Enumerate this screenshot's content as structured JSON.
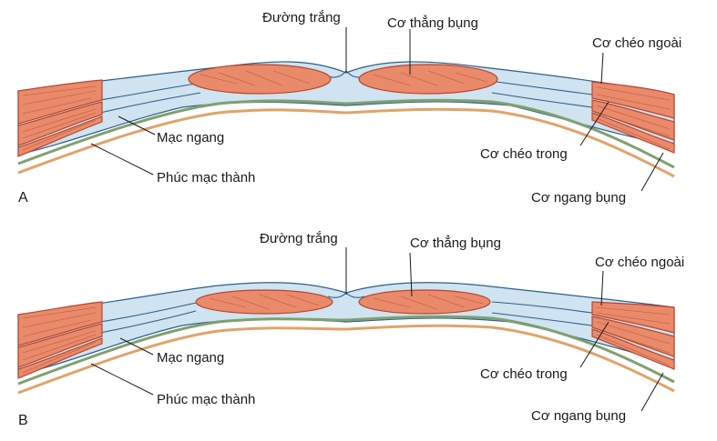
{
  "panels": [
    {
      "letter": "A",
      "labels": {
        "linea_alba": "Đường trắng",
        "rectus": "Cơ thẳng bụng",
        "external_oblique": "Cơ chéo ngoài",
        "transversalis_fascia": "Mạc ngang",
        "internal_oblique": "Cơ chéo trong",
        "parietal_peritoneum": "Phúc mạc thành",
        "transversus": "Cơ ngang bụng"
      }
    },
    {
      "letter": "B",
      "labels": {
        "linea_alba": "Đường trắng",
        "rectus": "Cơ thẳng bụng",
        "external_oblique": "Cơ chéo ngoài",
        "transversalis_fascia": "Mạc ngang",
        "internal_oblique": "Cơ chéo trong",
        "parietal_peritoneum": "Phúc mạc thành",
        "transversus": "Cơ ngang bụng"
      }
    }
  ],
  "colors": {
    "muscle": "#e98a6b",
    "fascia": "#cfe3f0",
    "fascia_outline": "#2f5f8a",
    "transversalis_band": "#7fa070",
    "peritoneum_band": "#e0a36a"
  }
}
